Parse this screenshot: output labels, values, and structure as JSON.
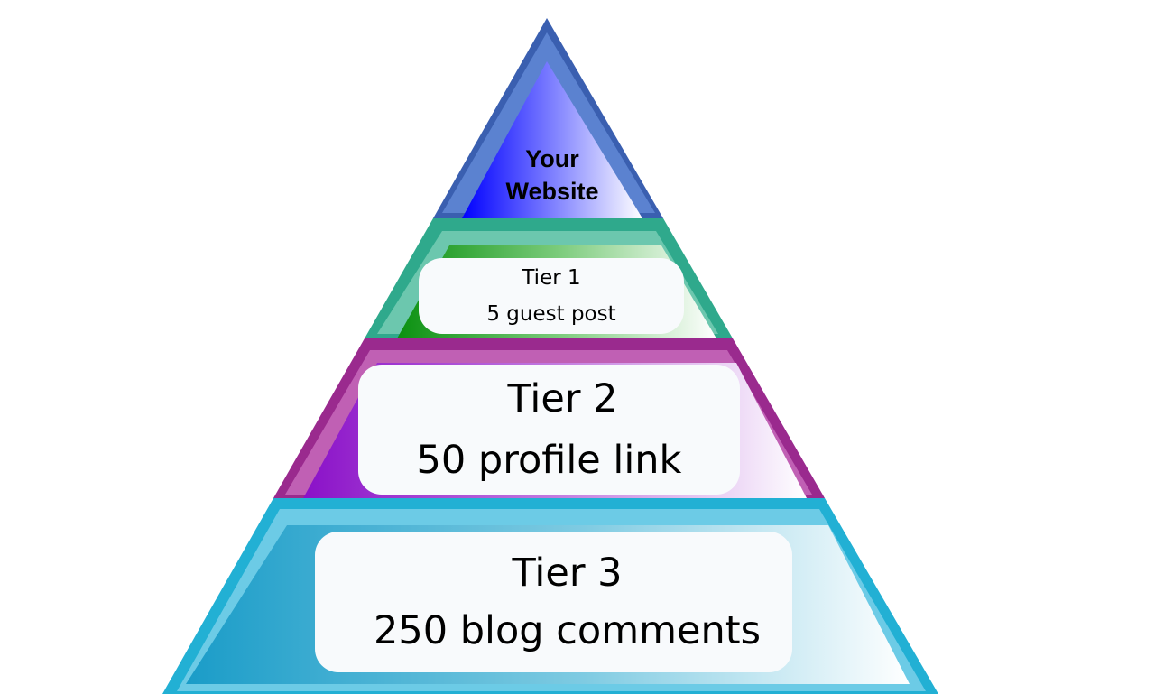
{
  "apex": {
    "line1": "Your",
    "line2": "Website"
  },
  "tiers": [
    {
      "title": "Tier 1",
      "detail": "5 guest post"
    },
    {
      "title": "Tier 2",
      "detail": "50 profile link"
    },
    {
      "title": "Tier 3",
      "detail": "250 blog comments"
    }
  ],
  "colors": {
    "apex_frame": "#3a5fb0",
    "apex_fill": "#1010ff",
    "tier1_frame": "#2fa98c",
    "tier1_fill": "#0a9a10",
    "tier2_frame": "#9a2a8e",
    "tier2_fill": "#8a10c8",
    "tier3_frame": "#22b0d4",
    "tier3_fill": "#1a9cc8"
  }
}
